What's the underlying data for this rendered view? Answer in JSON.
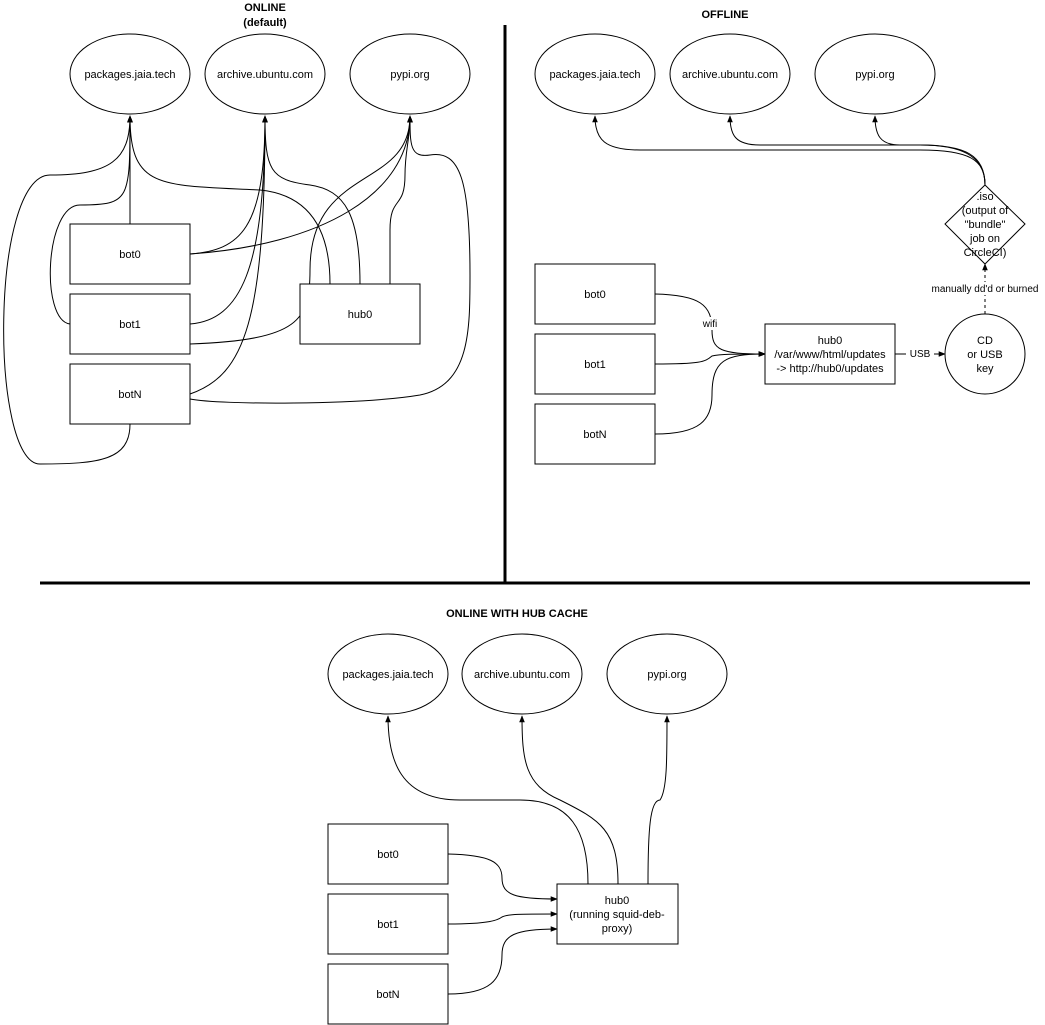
{
  "sections": {
    "online": {
      "title": "ONLINE",
      "subtitle": "(default)"
    },
    "offline": {
      "title": "OFFLINE"
    },
    "hub_cache": {
      "title": "ONLINE WITH HUB CACHE"
    }
  },
  "online": {
    "sources": [
      "packages.jaia.tech",
      "archive.ubuntu.com",
      "pypi.org"
    ],
    "bots": [
      "bot0",
      "bot1",
      "botN"
    ],
    "hub": "hub0"
  },
  "offline": {
    "sources": [
      "packages.jaia.tech",
      "archive.ubuntu.com",
      "pypi.org"
    ],
    "bots": [
      "bot0",
      "bot1",
      "botN"
    ],
    "hub_lines": [
      "hub0",
      "/var/www/html/updates",
      "-> http://hub0/updates"
    ],
    "iso_lines": [
      ".iso",
      "(output of",
      "\"bundle\"",
      "job on",
      "CircleCI)"
    ],
    "media_lines": [
      "CD",
      "or USB",
      "key"
    ],
    "wifi_label": "wifi",
    "usb_label": "USB",
    "burn_label": "manually dd'd or burned"
  },
  "hub_cache": {
    "sources": [
      "packages.jaia.tech",
      "archive.ubuntu.com",
      "pypi.org"
    ],
    "bots": [
      "bot0",
      "bot1",
      "botN"
    ],
    "hub_lines": [
      "hub0",
      "(running squid-deb-",
      "proxy)"
    ]
  }
}
